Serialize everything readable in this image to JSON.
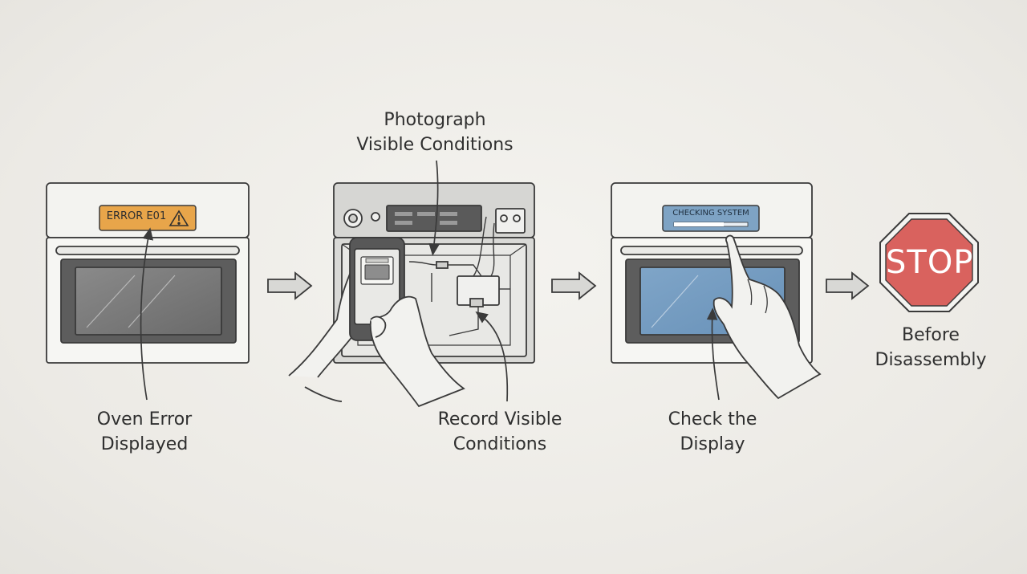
{
  "steps": [
    {
      "caption_line1": "Oven Error",
      "caption_line2": "Displayed",
      "display_text": "ERROR E01",
      "icon": "warning-triangle-icon"
    },
    {
      "caption_top_line1": "Photograph",
      "caption_top_line2": "Visible Conditions",
      "caption_bottom_line1": "Record Visible",
      "caption_bottom_line2": "Conditions",
      "icon": "smartphone-camera-icon"
    },
    {
      "caption_line1": "Check the",
      "caption_line2": "Display",
      "display_text": "CHECKING SYSTEM",
      "icon": "pointing-hand-icon"
    },
    {
      "sign_text": "STOP",
      "caption_line1": "Before",
      "caption_line2": "Disassembly",
      "icon": "stop-sign-icon"
    }
  ],
  "colors": {
    "error_display": "#e8a54a",
    "checking_display": "#7ea3c4",
    "stop_sign": "#d9625e",
    "ink": "#3a3a3a"
  }
}
